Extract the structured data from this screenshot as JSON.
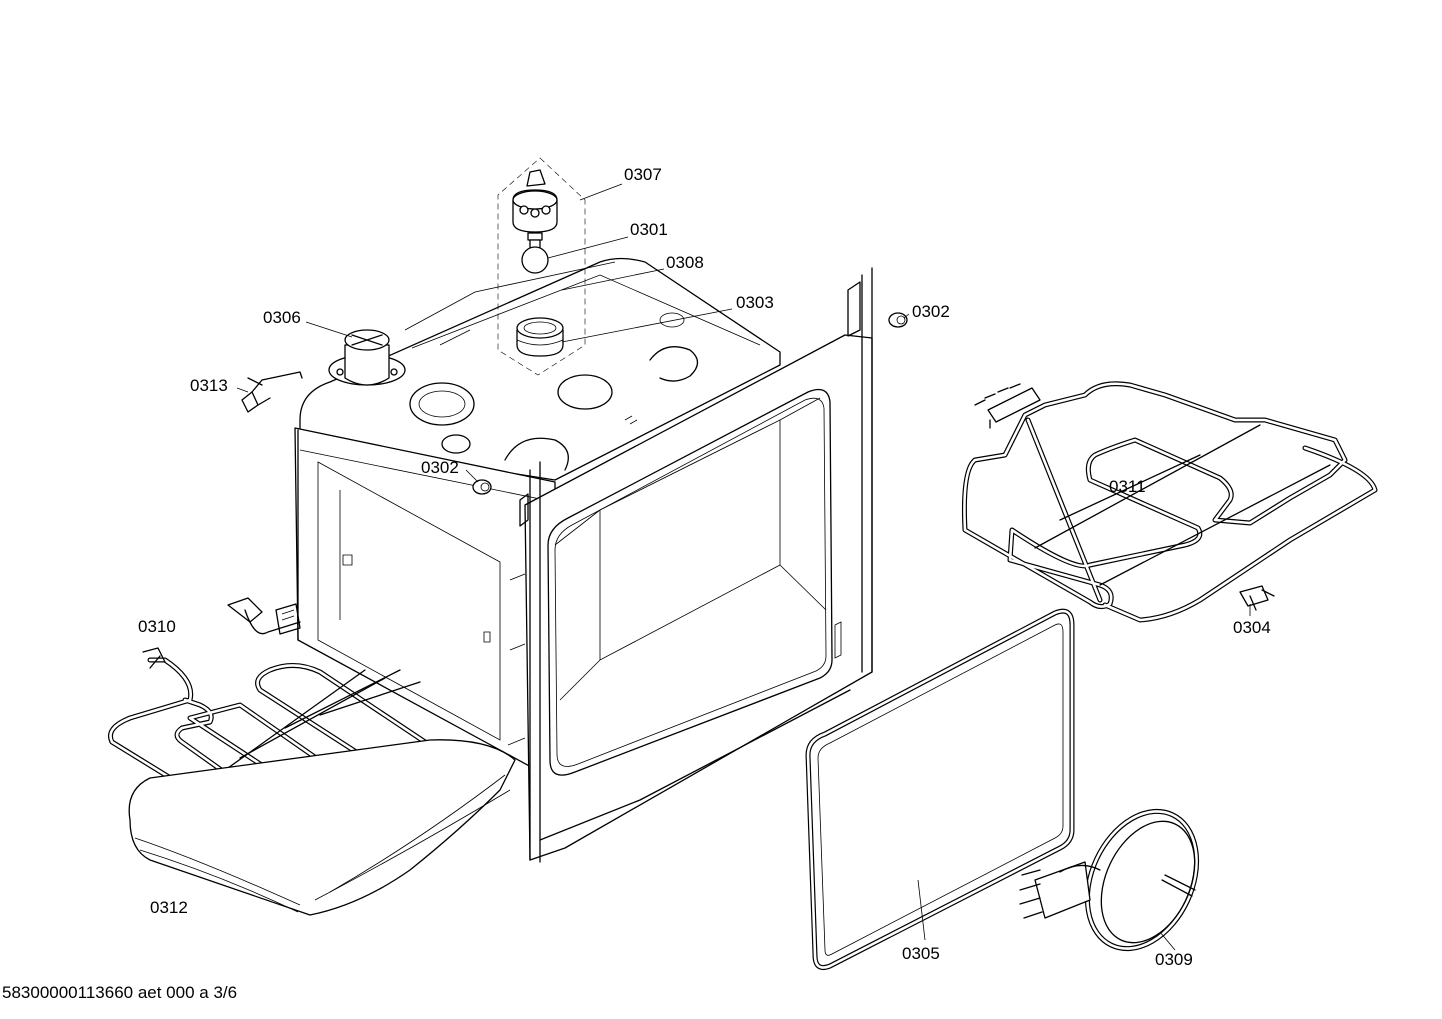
{
  "labels": {
    "p0301": "0301",
    "p0302_top": "0302",
    "p0302_mid": "0302",
    "p0303": "0303",
    "p0304": "0304",
    "p0305": "0305",
    "p0306": "0306",
    "p0307": "0307",
    "p0308": "0308",
    "p0309": "0309",
    "p0310": "0310",
    "p0311": "0311",
    "p0312": "0312",
    "p0313": "0313"
  },
  "footer": "58300000113660 aet 000 a 3/6"
}
